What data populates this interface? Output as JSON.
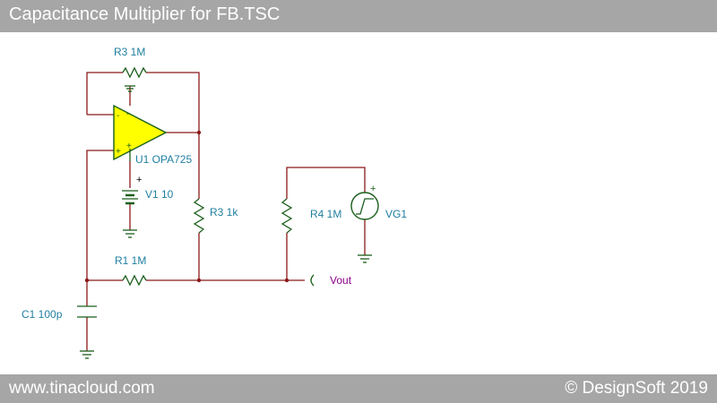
{
  "header": {
    "title": "Capacitance Multiplier for FB.TSC"
  },
  "footer": {
    "left": "www.tinacloud.com",
    "right": "© DesignSoft 2019"
  },
  "schematic": {
    "labels": {
      "r3_top": "R3 1M",
      "u1": "U1 OPA725",
      "v1": "V1 10",
      "r3_mid": "R3 1k",
      "r4": "R4 1M",
      "vg1": "VG1",
      "r1": "R1 1M",
      "c1": "C1 100p",
      "vout": "Vout",
      "opamp_minus": "-",
      "opamp_plus": "+",
      "battery_plus": "+",
      "vg_plus": "+"
    },
    "colors": {
      "wire": "#8b1a1a",
      "component": "#1a5e1a",
      "label": "#1f7f9f",
      "output_label": "#8b008b",
      "opamp_fill": "#ffff00"
    }
  }
}
